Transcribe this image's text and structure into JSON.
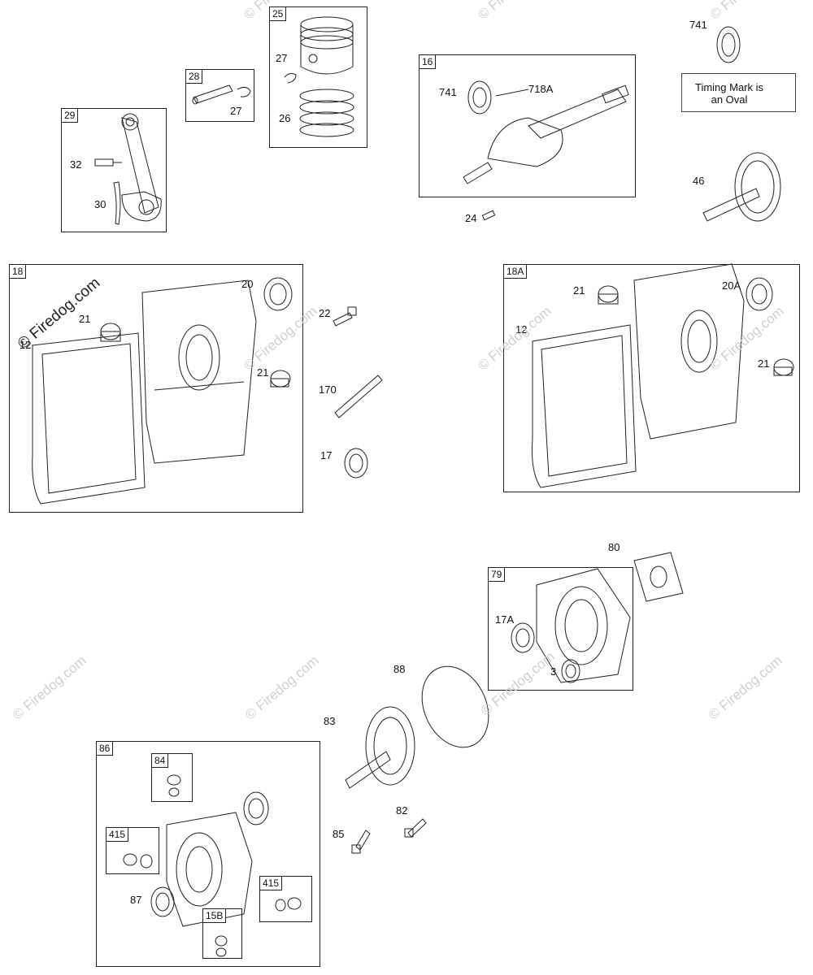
{
  "watermark": "© Firedog.com",
  "boxes": {
    "b29": "29",
    "b28": "28",
    "b25": "25",
    "b16": "16",
    "b18": "18",
    "b18A": "18A",
    "b79": "79",
    "b86": "86",
    "b84": "84",
    "b415a": "415",
    "b415b": "415",
    "b15B": "15B"
  },
  "note": {
    "line1": "Timing Mark is",
    "line2": "an Oval"
  },
  "labels": {
    "l32": "32",
    "l30": "30",
    "l27a": "27",
    "l27b": "27",
    "l26": "26",
    "l741a": "741",
    "l718A": "718A",
    "l741b": "741",
    "l46": "46",
    "l24": "24",
    "l20": "20",
    "l21a": "21",
    "l12a": "12",
    "l21b": "21",
    "l22": "22",
    "l170": "170",
    "l17": "17",
    "l21c": "21",
    "l20A": "20A",
    "l12b": "12",
    "l21d": "21",
    "l80": "80",
    "l17A": "17A",
    "l3": "3",
    "l88": "88",
    "l83": "83",
    "l82": "82",
    "l85": "85",
    "l87": "87"
  }
}
